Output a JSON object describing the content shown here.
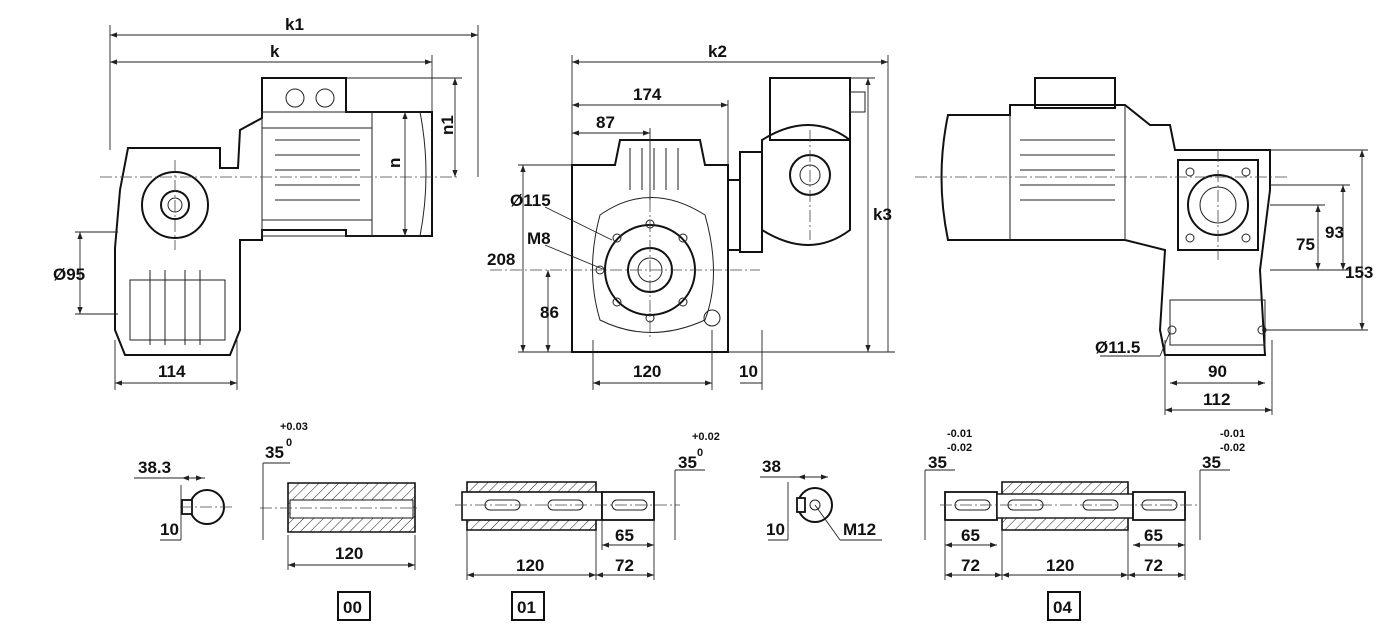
{
  "side_view": {
    "k1": "k1",
    "k": "k",
    "n1": "n1",
    "n": "n",
    "d95": "Ø95",
    "w114": "114"
  },
  "front_view": {
    "k2": "k2",
    "d174": "174",
    "d87": "87",
    "d115": "Ø115",
    "m8": "M8",
    "h208": "208",
    "h86": "86",
    "w120": "120",
    "w10": "10",
    "k3": "k3"
  },
  "rear_view": {
    "d75": "75",
    "d93": "93",
    "d153": "153",
    "d11_5": "Ø11.5",
    "w90": "90",
    "w112": "112"
  },
  "shafts": {
    "hollow_key": {
      "width": "38.3",
      "key": "10"
    },
    "s00": {
      "dia": "35",
      "tol_up": "+0.03",
      "tol_low": "0",
      "len": "120",
      "code": "00"
    },
    "s01": {
      "dia": "35",
      "tol_up": "+0.02",
      "tol_low": "0",
      "key_len": "65",
      "len": "120",
      "ext_len": "72",
      "code": "01"
    },
    "solid_key": {
      "width": "38",
      "key": "10",
      "thread": "M12"
    },
    "s04": {
      "dia_left": "35",
      "dia_right": "35",
      "tol_up": "-0.01",
      "tol_low": "-0.02",
      "key_left": "65",
      "ext_left": "72",
      "len": "120",
      "key_right": "65",
      "ext_right": "72",
      "code": "04"
    }
  }
}
